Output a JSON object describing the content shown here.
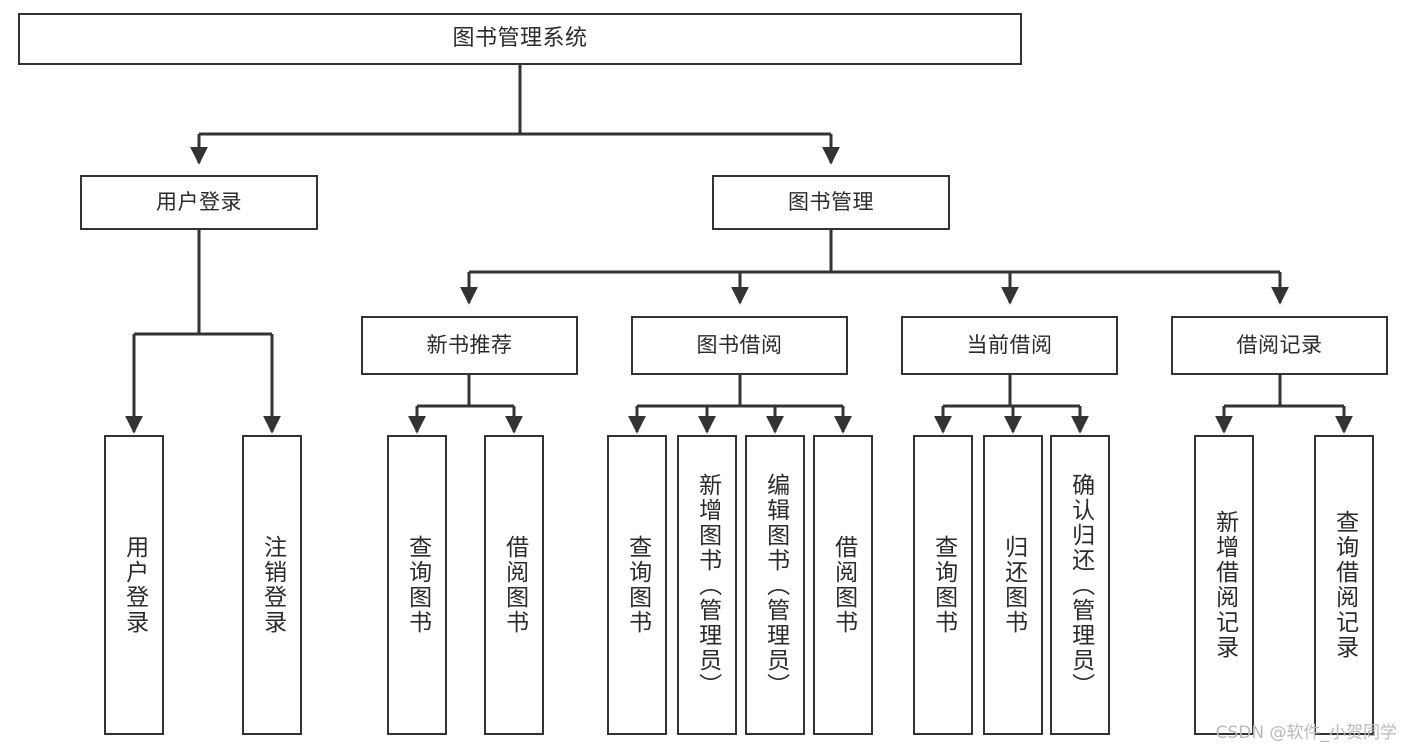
{
  "diagram": {
    "type": "tree-hierarchy-chart",
    "title": "图书管理系统",
    "watermark": "CSDN @软件_小贺同学",
    "colors": {
      "box_border": "#333333",
      "box_fill": "#ffffff",
      "connector": "#333333",
      "text": "#2b2b2b",
      "watermark": "#b9b9b9"
    },
    "root": {
      "label": "图书管理系统"
    },
    "level1": [
      {
        "label": "用户登录"
      },
      {
        "label": "图书管理"
      }
    ],
    "level2": [
      {
        "label": "新书推荐"
      },
      {
        "label": "图书借阅"
      },
      {
        "label": "当前借阅"
      },
      {
        "label": "借阅记录"
      }
    ],
    "leaves": {
      "user_login": [
        {
          "label": "用户登录"
        },
        {
          "label": "注销登录"
        }
      ],
      "new_book_recommend": [
        {
          "label": "查询图书"
        },
        {
          "label": "借阅图书"
        }
      ],
      "book_borrow": [
        {
          "label": "查询图书"
        },
        {
          "label": "新增图书（管理员）"
        },
        {
          "label": "编辑图书（管理员）"
        },
        {
          "label": "借阅图书"
        }
      ],
      "current_borrow": [
        {
          "label": "查询图书"
        },
        {
          "label": "归还图书"
        },
        {
          "label": "确认归还（管理员）"
        }
      ],
      "borrow_record": [
        {
          "label": "新增借阅记录"
        },
        {
          "label": "查询借阅记录"
        }
      ]
    }
  }
}
